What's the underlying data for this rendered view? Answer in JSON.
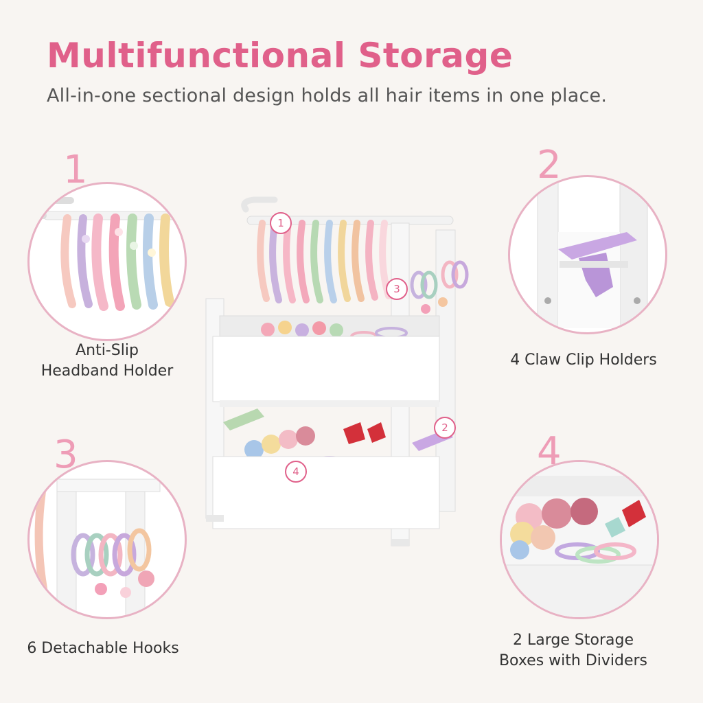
{
  "header": {
    "title": "Multifunctional Storage",
    "subtitle": "All-in-one sectional design holds all hair items in one place."
  },
  "features": [
    {
      "number": "1",
      "label_line1": "Anti-Slip",
      "label_line2": "Headband Holder",
      "icon": "headband-holder-icon"
    },
    {
      "number": "2",
      "label_line1": "4 Claw Clip Holders",
      "label_line2": "",
      "icon": "claw-clip-icon"
    },
    {
      "number": "3",
      "label_line1": "6 Detachable Hooks",
      "label_line2": "",
      "icon": "hook-icon"
    },
    {
      "number": "4",
      "label_line1": "2 Large Storage",
      "label_line2": "Boxes with Dividers",
      "icon": "storage-box-icon"
    }
  ],
  "product_badges": [
    "1",
    "3",
    "2",
    "4"
  ],
  "colors": {
    "accent": "#e0608a",
    "accent_light": "#ee9cb6",
    "circle_border": "#e8b2c4",
    "background": "#f8f5f2"
  }
}
